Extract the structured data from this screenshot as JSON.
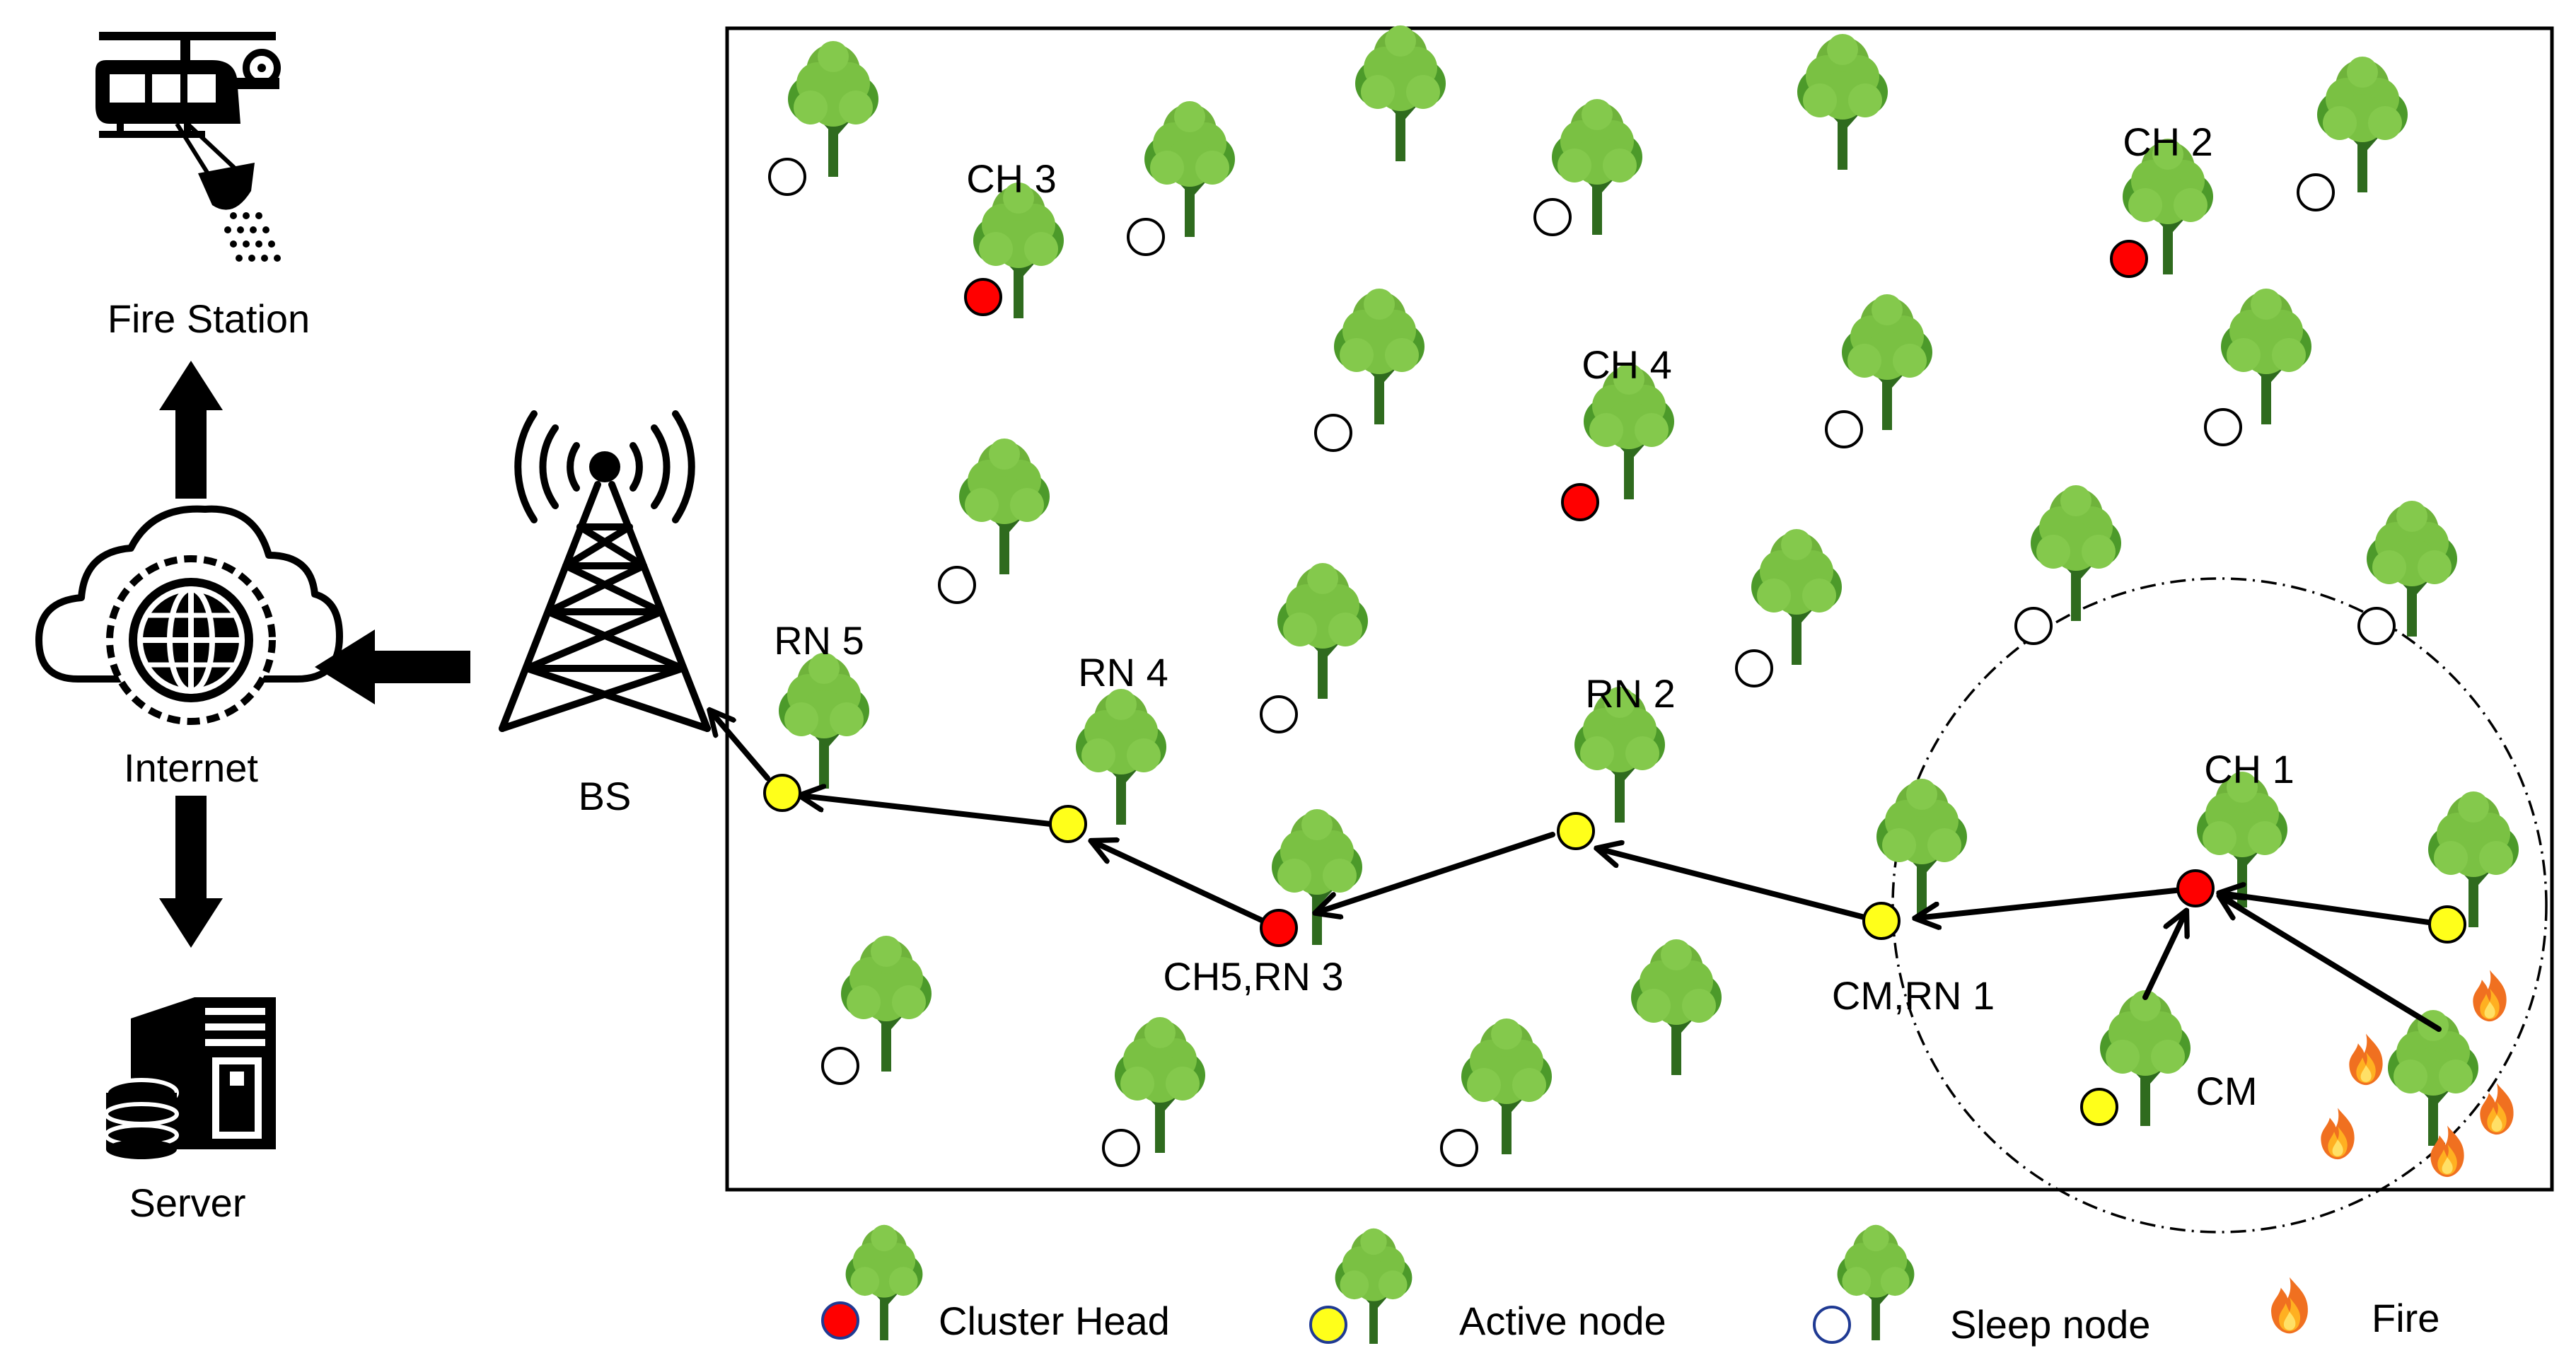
{
  "colors": {
    "cluster_head": "#ff0000",
    "active": "#ffff1a",
    "sleep": "#ffffff",
    "tree_light": "#7ac143",
    "tree_dark": "#4c9a2a",
    "trunk": "#2f6b1e"
  },
  "left_panel": {
    "fire_station_label": "Fire Station",
    "internet_label": "Internet",
    "server_label": "Server",
    "bs_label": "BS",
    "icons": [
      "helicopter-icon",
      "cloud-globe-icon",
      "server-icon",
      "tower-icon"
    ]
  },
  "field": {
    "cluster_heads": [
      {
        "id": "ch1",
        "label": "CH 1"
      },
      {
        "id": "ch2",
        "label": "CH 2"
      },
      {
        "id": "ch3",
        "label": "CH 3"
      },
      {
        "id": "ch4",
        "label": "CH 4"
      },
      {
        "id": "ch5",
        "label": "CH5,RN 3"
      }
    ],
    "relay_nodes": [
      {
        "id": "rn1",
        "label": "CM,RN 1"
      },
      {
        "id": "rn2",
        "label": "RN 2"
      },
      {
        "id": "rn4",
        "label": "RN 4"
      },
      {
        "id": "rn5",
        "label": "RN 5"
      }
    ],
    "cm_label": "CM"
  },
  "legend": {
    "cluster_head": "Cluster Head",
    "active_node": "Active node",
    "sleep_node": "Sleep node",
    "fire": "Fire"
  }
}
